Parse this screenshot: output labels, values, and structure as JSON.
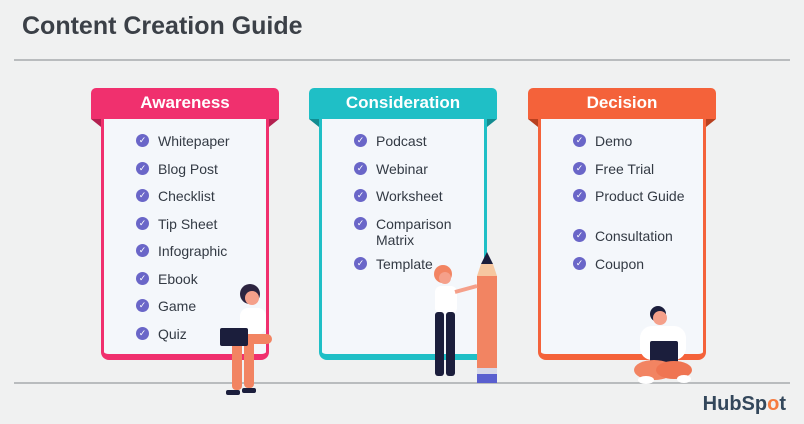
{
  "title": "Content Creation Guide",
  "colors": {
    "awareness": "#f0306e",
    "consideration": "#1fbfc6",
    "decision": "#f4623a",
    "check": "#6a66c8"
  },
  "stages": [
    {
      "label": "Awareness",
      "items": [
        "Whitepaper",
        "Blog Post",
        "Checklist",
        "Tip Sheet",
        "Infographic",
        "Ebook",
        "Game",
        "Quiz"
      ]
    },
    {
      "label": "Consideration",
      "items": [
        "Podcast",
        "Webinar",
        "Worksheet",
        "Comparison Matrix",
        "Template"
      ]
    },
    {
      "label": "Decision",
      "items": [
        "Demo",
        "Free Trial",
        "Product Guide",
        "Consultation",
        "Coupon"
      ]
    }
  ],
  "logo": "HubSpot"
}
